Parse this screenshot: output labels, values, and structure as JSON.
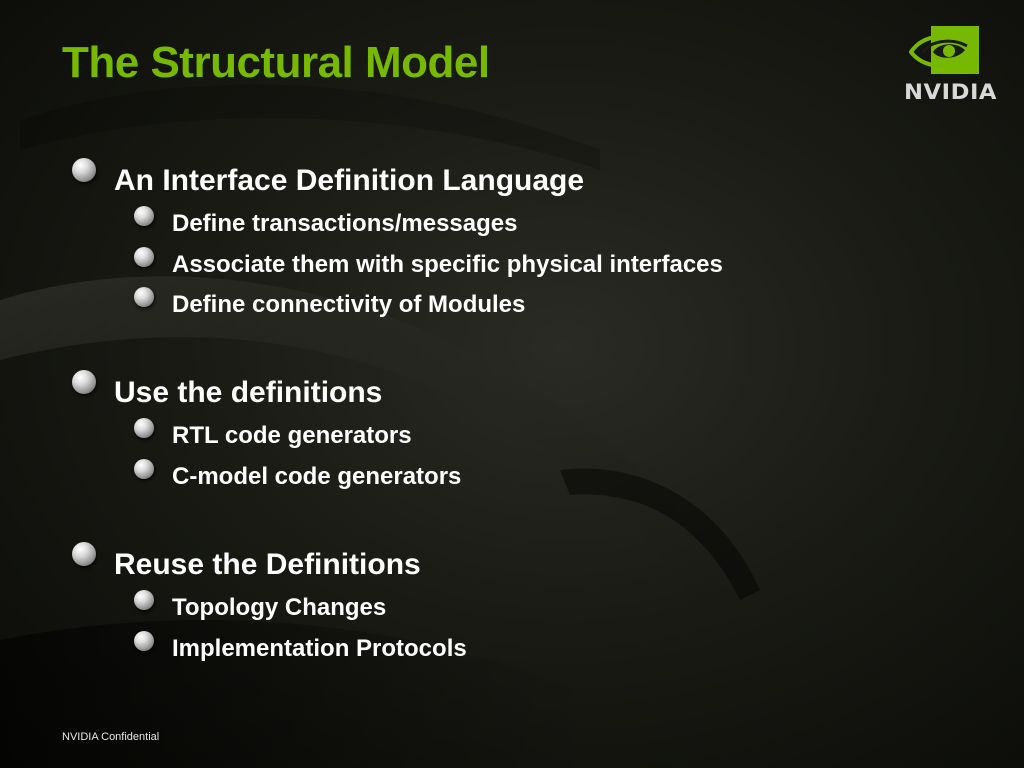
{
  "slide": {
    "title": "The Structural Model",
    "logo": {
      "icon": "nvidia-eye-logo-icon",
      "text": "NVIDIA",
      "brand_color": "#76b900"
    },
    "sections": [
      {
        "heading": "An Interface Definition Language",
        "items": [
          "Define transactions/messages",
          "Associate them with specific physical interfaces",
          "Define connectivity of Modules"
        ]
      },
      {
        "heading": "Use the definitions",
        "items": [
          "RTL code generators",
          "C-model code generators"
        ]
      },
      {
        "heading": "Reuse the Definitions",
        "items": [
          "Topology Changes",
          "Implementation Protocols"
        ]
      }
    ],
    "footer": "NVIDIA Confidential"
  },
  "colors": {
    "title": "#76b900",
    "text": "#ffffff",
    "background": "#1a1b15"
  }
}
